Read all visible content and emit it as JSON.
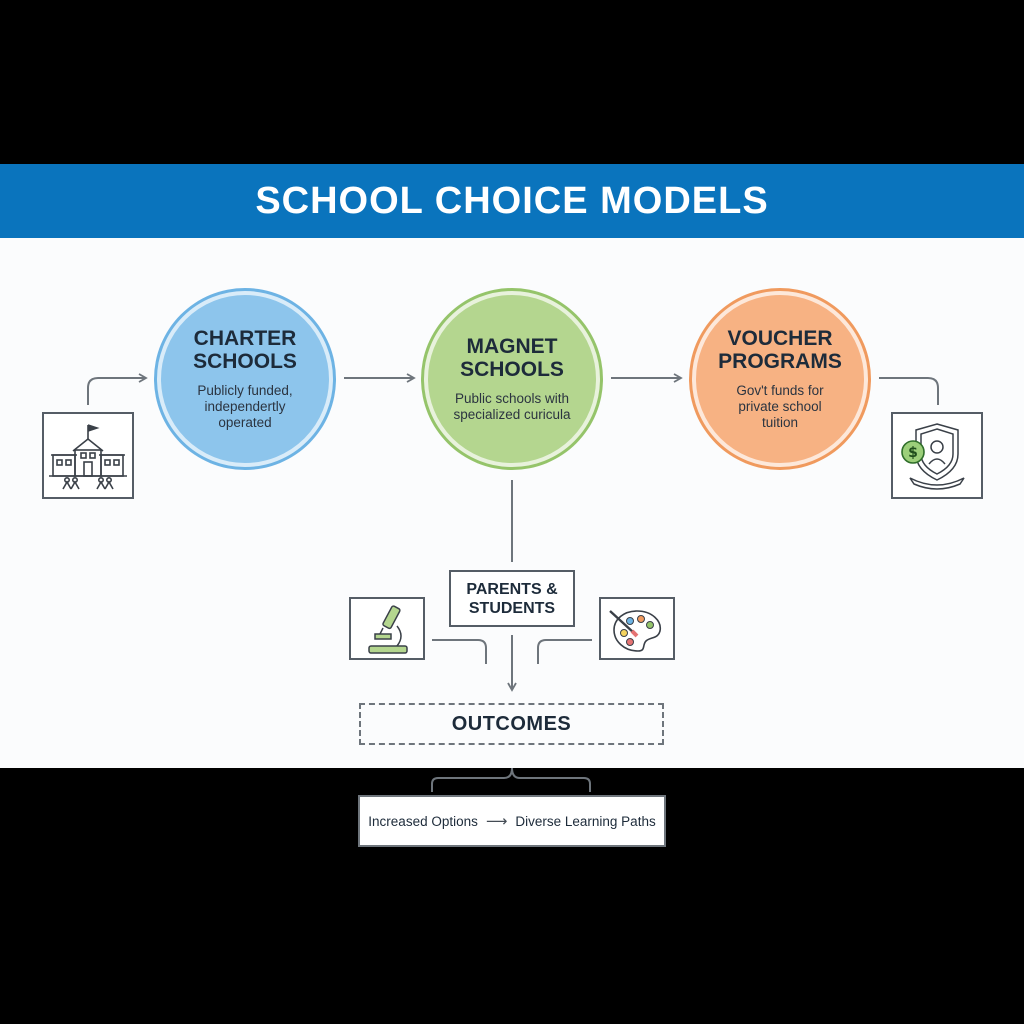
{
  "title": "SCHOOL CHOICE MODELS",
  "models": [
    {
      "title": "CHARTER SCHOOLS",
      "description": "Publicly funded, independertly operated",
      "color": "#8dc5ec"
    },
    {
      "title": "MAGNET SCHOOLS",
      "description": "Public schools with specialized curicula",
      "color": "#b4d68f"
    },
    {
      "title": "VOUCHER PROGRAMS",
      "description": "Gov't funds for private school tuition",
      "color": "#f7b283"
    }
  ],
  "hub": {
    "label": "PARENTS & STUDENTS"
  },
  "outcomes": {
    "label": "OUTCOMES"
  },
  "result": {
    "left": "Increased Options",
    "arrow": "⟶",
    "right": "Diverse Learning Paths"
  },
  "icons": {
    "left": "school-building-icon",
    "right": "voucher-seal-icon",
    "science": "microscope-icon",
    "arts": "paint-palette-icon"
  },
  "colors": {
    "header": "#0a74bd",
    "charter": "#8dc5ec",
    "magnet": "#b4d68f",
    "voucher": "#f7b283",
    "connector": "#6e757c"
  }
}
